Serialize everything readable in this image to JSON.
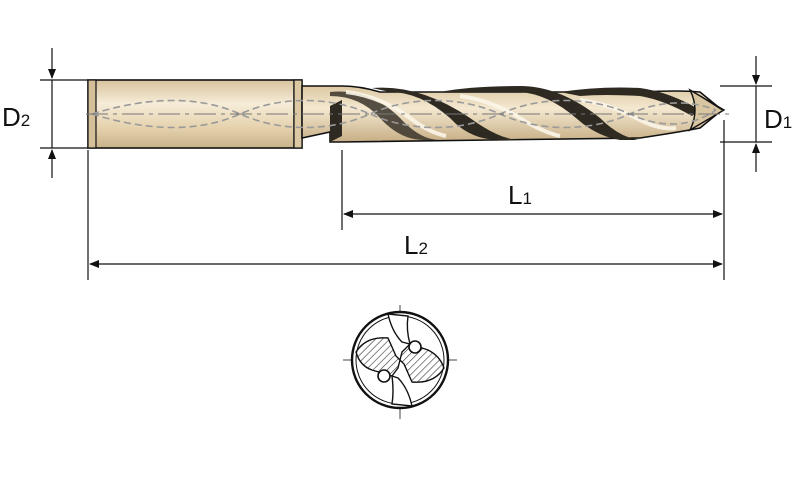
{
  "labels": {
    "d2": {
      "main": "D",
      "sub": "2"
    },
    "d1": {
      "main": "D",
      "sub": "1"
    },
    "l1": {
      "main": "L",
      "sub": "1"
    },
    "l2": {
      "main": "L",
      "sub": "2"
    }
  },
  "colors": {
    "drill_body": "#e8d6b2",
    "drill_highlight": "#f6ecd8",
    "drill_shadow": "#c9b28a",
    "outline": "#111111",
    "coolant_channel": "#9a9a9a",
    "dimension_line": "#111111"
  },
  "icons": {
    "drill": "twist-drill",
    "cross_section": "drill-cross-section"
  }
}
